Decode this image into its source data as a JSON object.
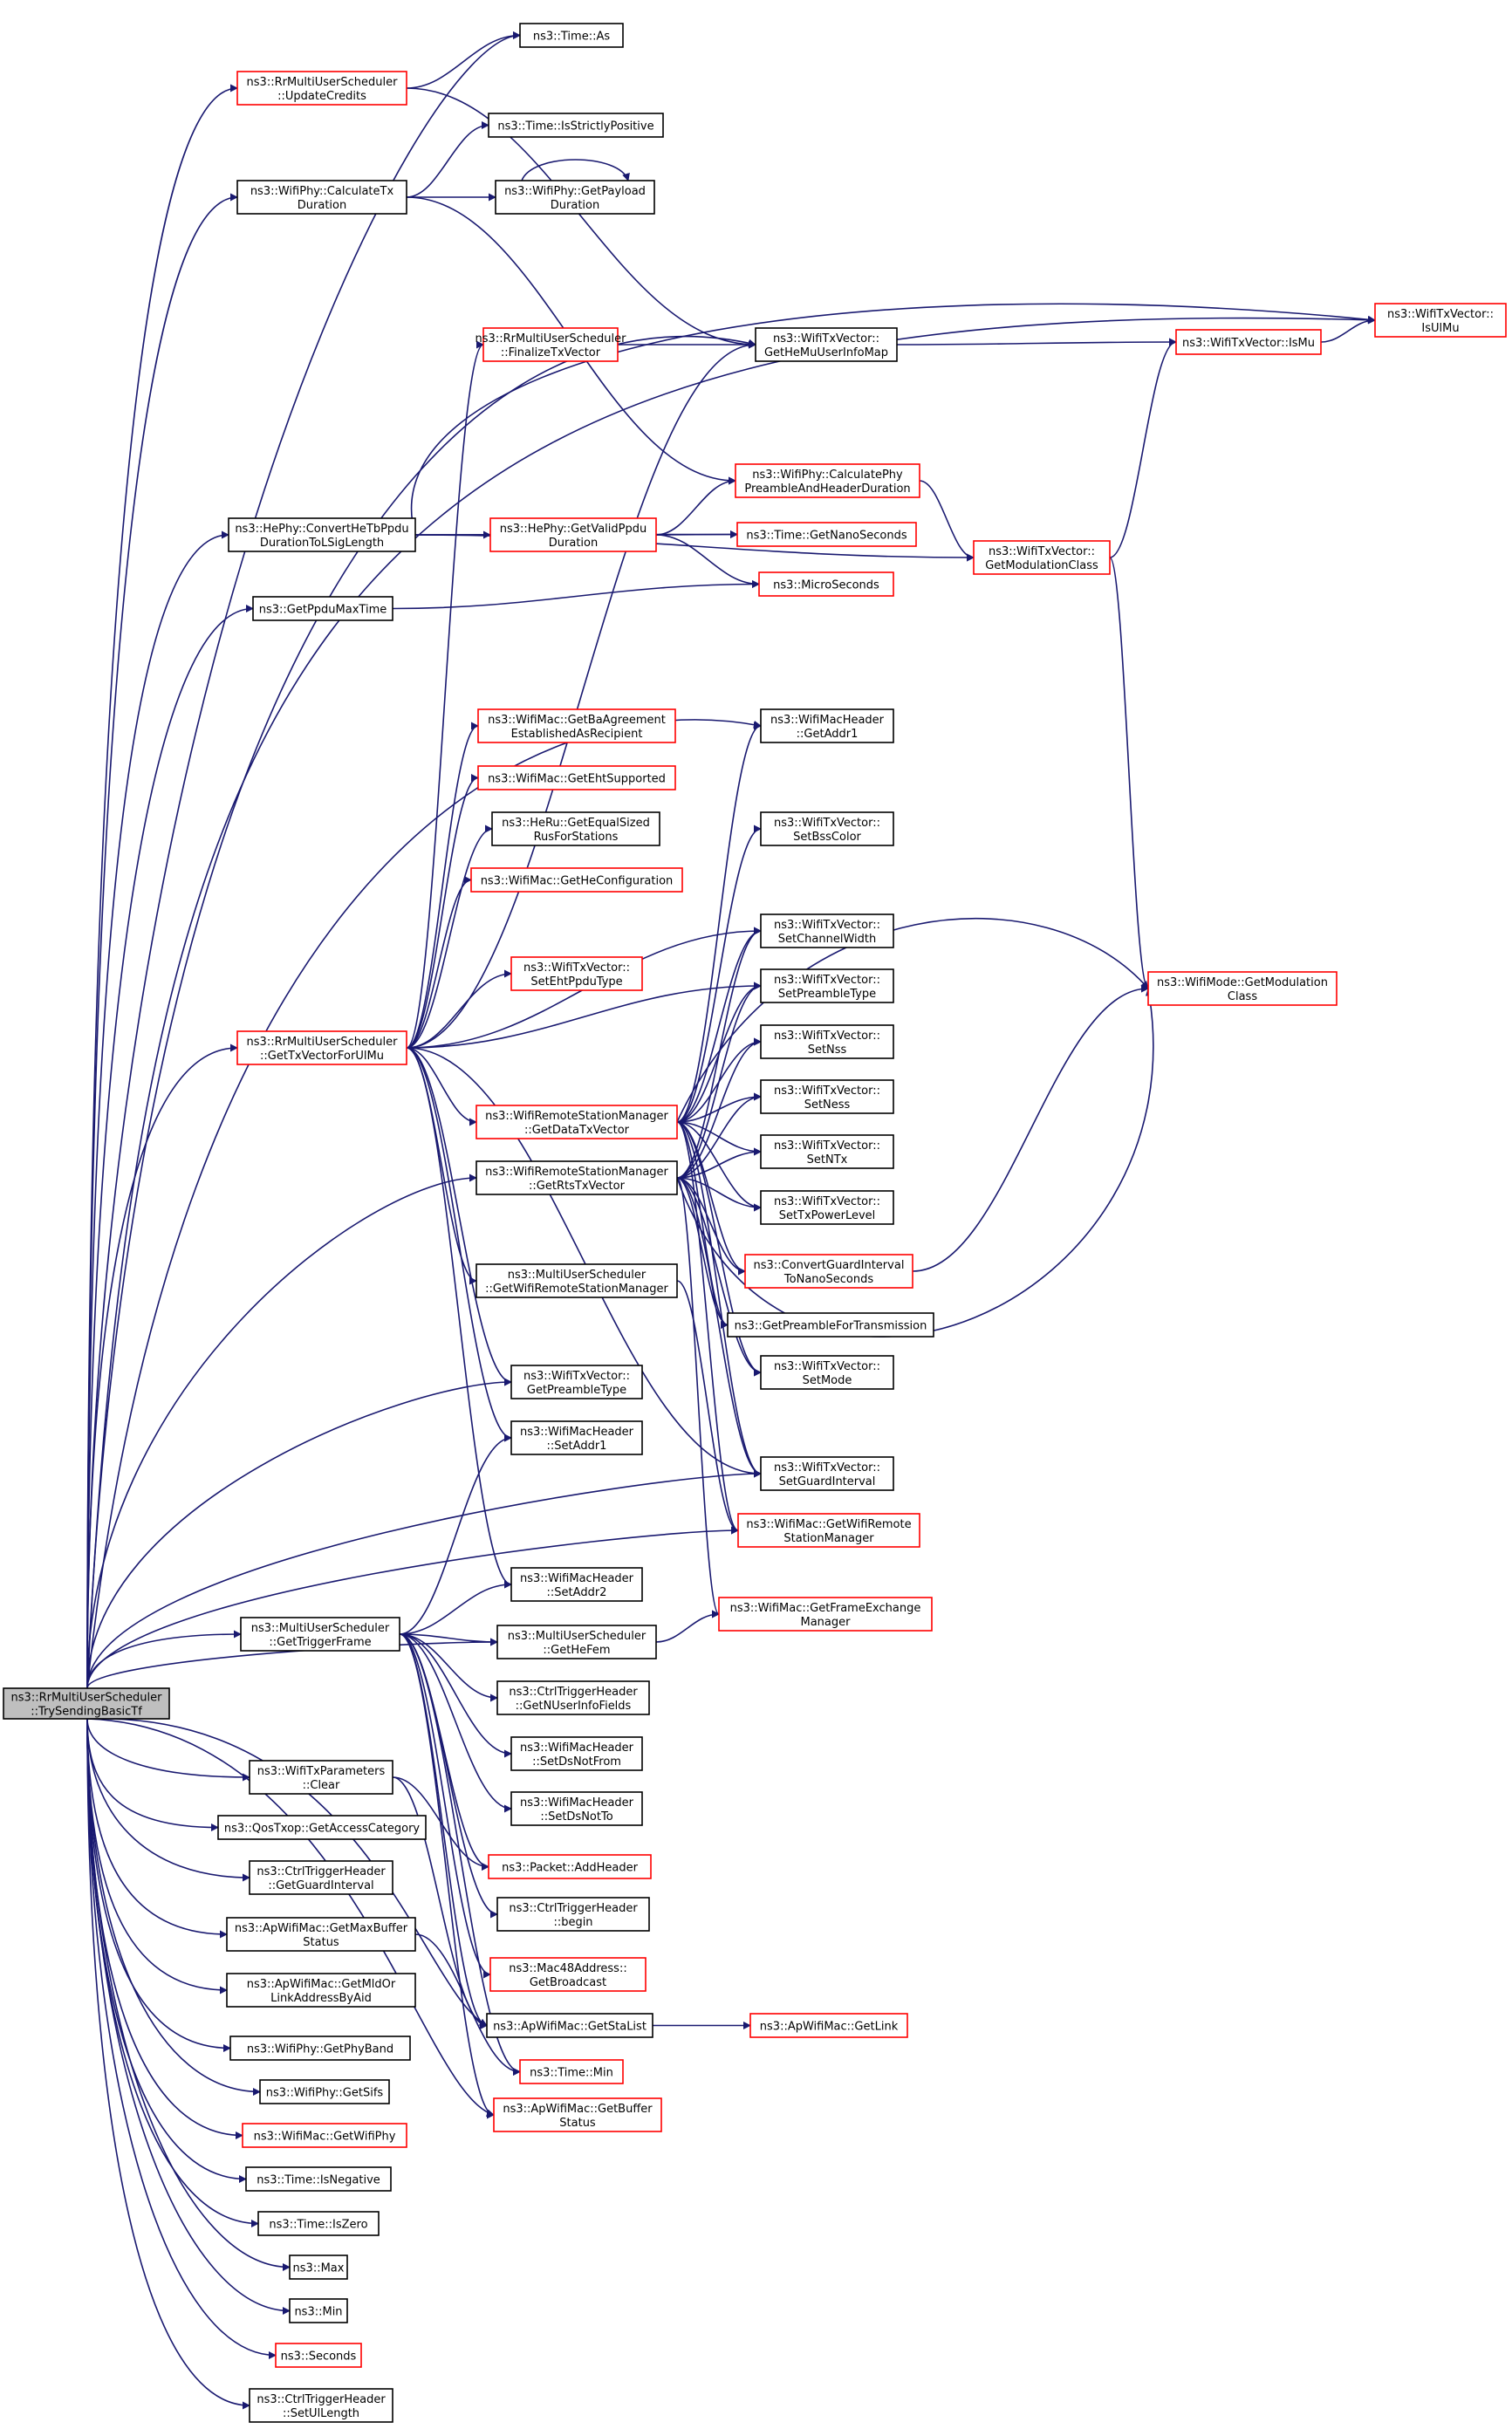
{
  "colors": {
    "edge": "#191970",
    "border_default": "#000000",
    "border_incomplete": "#ff0000",
    "root_fill": "#bfbfbf",
    "node_fill": "#ffffff"
  },
  "nodes": [
    {
      "id": "root",
      "lines": [
        "ns3::RrMultiUserScheduler",
        "::TrySendingBasicTf"
      ],
      "style": "root"
    },
    {
      "id": "time_as",
      "lines": [
        "ns3::Time::As"
      ],
      "style": "normal"
    },
    {
      "id": "update_credits",
      "lines": [
        "ns3::RrMultiUserScheduler",
        "::UpdateCredits"
      ],
      "style": "red"
    },
    {
      "id": "time_isstrictly",
      "lines": [
        "ns3::Time::IsStrictlyPositive"
      ],
      "style": "normal"
    },
    {
      "id": "calc_tx_dur",
      "lines": [
        "ns3::WifiPhy::CalculateTx",
        "Duration"
      ],
      "style": "normal"
    },
    {
      "id": "get_payload_dur",
      "lines": [
        "ns3::WifiPhy::GetPayload",
        "Duration"
      ],
      "style": "normal"
    },
    {
      "id": "isulmu",
      "lines": [
        "ns3::WifiTxVector::",
        "IsUlMu"
      ],
      "style": "red"
    },
    {
      "id": "finalize_txv",
      "lines": [
        "ns3::RrMultiUserScheduler",
        "::FinalizeTxVector"
      ],
      "style": "red"
    },
    {
      "id": "get_he_mu_map",
      "lines": [
        "ns3::WifiTxVector::",
        "GetHeMuUserInfoMap"
      ],
      "style": "normal"
    },
    {
      "id": "ismu",
      "lines": [
        "ns3::WifiTxVector::IsMu"
      ],
      "style": "red"
    },
    {
      "id": "calc_phy_preamble",
      "lines": [
        "ns3::WifiPhy::CalculatePhy",
        "PreambleAndHeaderDuration"
      ],
      "style": "red"
    },
    {
      "id": "convert_he_tb",
      "lines": [
        "ns3::HePhy::ConvertHeTbPpdu",
        "DurationToLSigLength"
      ],
      "style": "normal"
    },
    {
      "id": "get_valid_ppdu",
      "lines": [
        "ns3::HePhy::GetValidPpdu",
        "Duration"
      ],
      "style": "red"
    },
    {
      "id": "get_nano",
      "lines": [
        "ns3::Time::GetNanoSeconds"
      ],
      "style": "red"
    },
    {
      "id": "get_mod_class_txv",
      "lines": [
        "ns3::WifiTxVector::",
        "GetModulationClass"
      ],
      "style": "red"
    },
    {
      "id": "get_ppdu_max",
      "lines": [
        "ns3::GetPpduMaxTime"
      ],
      "style": "normal"
    },
    {
      "id": "microseconds",
      "lines": [
        "ns3::MicroSeconds"
      ],
      "style": "red"
    },
    {
      "id": "get_ba_agreement",
      "lines": [
        "ns3::WifiMac::GetBaAgreement",
        "EstablishedAsRecipient"
      ],
      "style": "red"
    },
    {
      "id": "get_addr1",
      "lines": [
        "ns3::WifiMacHeader",
        "::GetAddr1"
      ],
      "style": "normal"
    },
    {
      "id": "get_eht_supported",
      "lines": [
        "ns3::WifiMac::GetEhtSupported"
      ],
      "style": "red"
    },
    {
      "id": "get_equal_sized",
      "lines": [
        "ns3::HeRu::GetEqualSized",
        "RusForStations"
      ],
      "style": "normal"
    },
    {
      "id": "set_bss_color",
      "lines": [
        "ns3::WifiTxVector::",
        "SetBssColor"
      ],
      "style": "normal"
    },
    {
      "id": "get_he_config",
      "lines": [
        "ns3::WifiMac::GetHeConfiguration"
      ],
      "style": "red"
    },
    {
      "id": "set_channel_width",
      "lines": [
        "ns3::WifiTxVector::",
        "SetChannelWidth"
      ],
      "style": "normal"
    },
    {
      "id": "set_eht_ppdu",
      "lines": [
        "ns3::WifiTxVector::",
        "SetEhtPpduType"
      ],
      "style": "red"
    },
    {
      "id": "set_preamble_type",
      "lines": [
        "ns3::WifiTxVector::",
        "SetPreambleType"
      ],
      "style": "normal"
    },
    {
      "id": "wifimode_get_mod",
      "lines": [
        "ns3::WifiMode::GetModulation",
        "Class"
      ],
      "style": "red"
    },
    {
      "id": "get_txv_for_ulmu",
      "lines": [
        "ns3::RrMultiUserScheduler",
        "::GetTxVectorForUlMu"
      ],
      "style": "red"
    },
    {
      "id": "set_nss",
      "lines": [
        "ns3::WifiTxVector::",
        "SetNss"
      ],
      "style": "normal"
    },
    {
      "id": "get_data_txv",
      "lines": [
        "ns3::WifiRemoteStationManager",
        "::GetDataTxVector"
      ],
      "style": "red"
    },
    {
      "id": "set_ness",
      "lines": [
        "ns3::WifiTxVector::",
        "SetNess"
      ],
      "style": "normal"
    },
    {
      "id": "get_rts_txv",
      "lines": [
        "ns3::WifiRemoteStationManager",
        "::GetRtsTxVector"
      ],
      "style": "normal"
    },
    {
      "id": "set_ntx",
      "lines": [
        "ns3::WifiTxVector::",
        "SetNTx"
      ],
      "style": "normal"
    },
    {
      "id": "set_tx_power",
      "lines": [
        "ns3::WifiTxVector::",
        "SetTxPowerLevel"
      ],
      "style": "normal"
    },
    {
      "id": "convert_gi",
      "lines": [
        "ns3::ConvertGuardInterval",
        "ToNanoSeconds"
      ],
      "style": "red"
    },
    {
      "id": "mus_get_wrsm",
      "lines": [
        "ns3::MultiUserScheduler",
        "::GetWifiRemoteStationManager"
      ],
      "style": "normal"
    },
    {
      "id": "get_preamble_tx",
      "lines": [
        "ns3::GetPreambleForTransmission"
      ],
      "style": "normal"
    },
    {
      "id": "set_mode",
      "lines": [
        "ns3::WifiTxVector::",
        "SetMode"
      ],
      "style": "normal"
    },
    {
      "id": "get_preamble_type",
      "lines": [
        "ns3::WifiTxVector::",
        "GetPreambleType"
      ],
      "style": "normal"
    },
    {
      "id": "set_addr1",
      "lines": [
        "ns3::WifiMacHeader",
        "::SetAddr1"
      ],
      "style": "normal"
    },
    {
      "id": "set_guard_interval",
      "lines": [
        "ns3::WifiTxVector::",
        "SetGuardInterval"
      ],
      "style": "normal"
    },
    {
      "id": "mac_get_wrsm",
      "lines": [
        "ns3::WifiMac::GetWifiRemote",
        "StationManager"
      ],
      "style": "red"
    },
    {
      "id": "set_addr2",
      "lines": [
        "ns3::WifiMacHeader",
        "::SetAddr2"
      ],
      "style": "normal"
    },
    {
      "id": "get_frame_exchange",
      "lines": [
        "ns3::WifiMac::GetFrameExchange",
        "Manager"
      ],
      "style": "red"
    },
    {
      "id": "get_trigger_frame",
      "lines": [
        "ns3::MultiUserScheduler",
        "::GetTriggerFrame"
      ],
      "style": "normal"
    },
    {
      "id": "get_he_fem",
      "lines": [
        "ns3::MultiUserScheduler",
        "::GetHeFem"
      ],
      "style": "normal"
    },
    {
      "id": "get_nuserinfo",
      "lines": [
        "ns3::CtrlTriggerHeader",
        "::GetNUserInfoFields"
      ],
      "style": "normal"
    },
    {
      "id": "set_ds_not_from",
      "lines": [
        "ns3::WifiMacHeader",
        "::SetDsNotFrom"
      ],
      "style": "normal"
    },
    {
      "id": "txparams_clear",
      "lines": [
        "ns3::WifiTxParameters",
        "::Clear"
      ],
      "style": "normal"
    },
    {
      "id": "set_ds_not_to",
      "lines": [
        "ns3::WifiMacHeader",
        "::SetDsNotTo"
      ],
      "style": "normal"
    },
    {
      "id": "get_access_cat",
      "lines": [
        "ns3::QosTxop::GetAccessCategory"
      ],
      "style": "normal"
    },
    {
      "id": "add_header",
      "lines": [
        "ns3::Packet::AddHeader"
      ],
      "style": "red"
    },
    {
      "id": "get_guard_int",
      "lines": [
        "ns3::CtrlTriggerHeader",
        "::GetGuardInterval"
      ],
      "style": "normal"
    },
    {
      "id": "ctrl_begin",
      "lines": [
        "ns3::CtrlTriggerHeader",
        "::begin"
      ],
      "style": "normal"
    },
    {
      "id": "get_max_buffer",
      "lines": [
        "ns3::ApWifiMac::GetMaxBuffer",
        "Status"
      ],
      "style": "normal"
    },
    {
      "id": "get_broadcast",
      "lines": [
        "ns3::Mac48Address::",
        "GetBroadcast"
      ],
      "style": "red"
    },
    {
      "id": "get_mld_or_link",
      "lines": [
        "ns3::ApWifiMac::GetMldOr",
        "LinkAddressByAid"
      ],
      "style": "normal"
    },
    {
      "id": "get_sta_list",
      "lines": [
        "ns3::ApWifiMac::GetStaList"
      ],
      "style": "normal"
    },
    {
      "id": "get_link",
      "lines": [
        "ns3::ApWifiMac::GetLink"
      ],
      "style": "red"
    },
    {
      "id": "get_phy_band",
      "lines": [
        "ns3::WifiPhy::GetPhyBand"
      ],
      "style": "normal"
    },
    {
      "id": "time_min",
      "lines": [
        "ns3::Time::Min"
      ],
      "style": "red"
    },
    {
      "id": "get_sifs",
      "lines": [
        "ns3::WifiPhy::GetSifs"
      ],
      "style": "normal"
    },
    {
      "id": "get_buffer_status",
      "lines": [
        "ns3::ApWifiMac::GetBuffer",
        "Status"
      ],
      "style": "red"
    },
    {
      "id": "get_wifi_phy",
      "lines": [
        "ns3::WifiMac::GetWifiPhy"
      ],
      "style": "red"
    },
    {
      "id": "is_negative",
      "lines": [
        "ns3::Time::IsNegative"
      ],
      "style": "normal"
    },
    {
      "id": "is_zero",
      "lines": [
        "ns3::Time::IsZero"
      ],
      "style": "normal"
    },
    {
      "id": "max",
      "lines": [
        "ns3::Max"
      ],
      "style": "normal"
    },
    {
      "id": "min",
      "lines": [
        "ns3::Min"
      ],
      "style": "normal"
    },
    {
      "id": "seconds",
      "lines": [
        "ns3::Seconds"
      ],
      "style": "red"
    },
    {
      "id": "set_ul_length",
      "lines": [
        "ns3::CtrlTriggerHeader",
        "::SetUlLength"
      ],
      "style": "normal"
    }
  ]
}
